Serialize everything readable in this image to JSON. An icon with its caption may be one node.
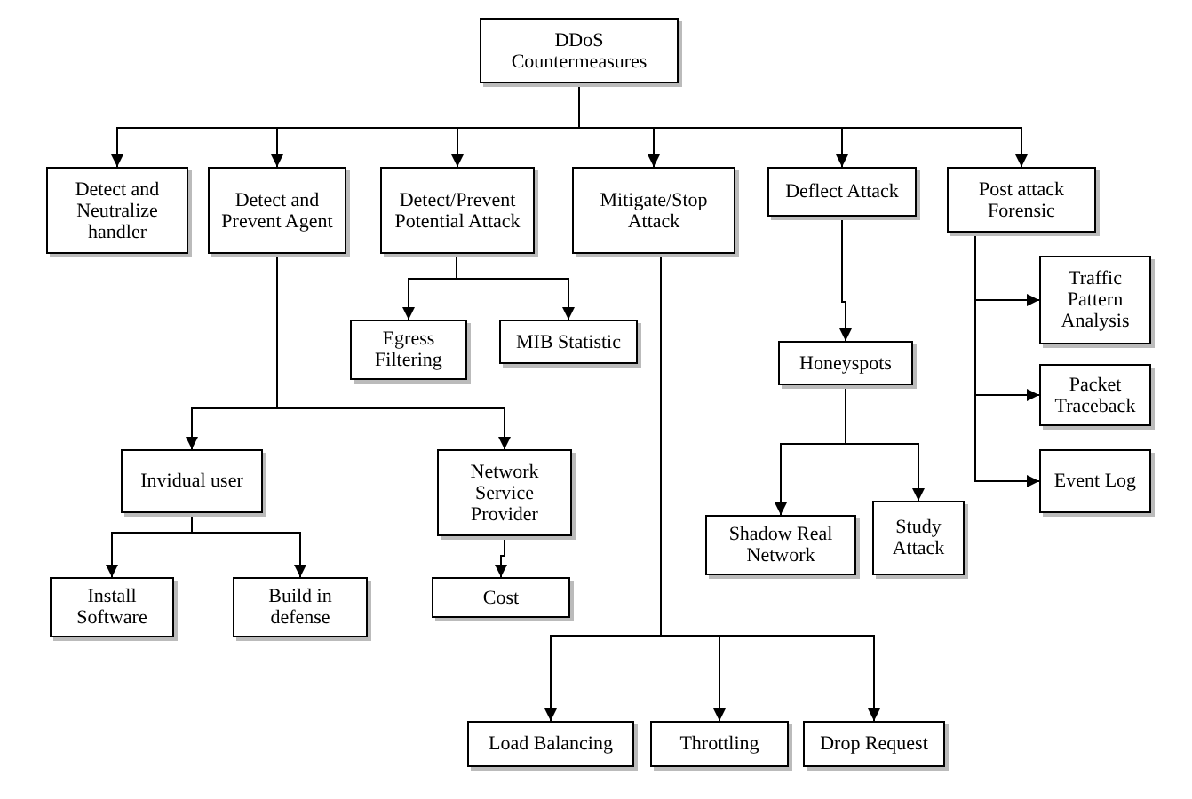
{
  "diagram": {
    "nodes": [
      {
        "text": [
          "DDoS Countermeasures"
        ]
      },
      {
        "text": [
          "Detect and Neutralize handler"
        ]
      },
      {
        "text": [
          "Detect and Prevent Agent"
        ]
      },
      {
        "text": [
          "Detect/Prevent Potential Attack"
        ]
      },
      {
        "text": [
          "Mitigate/Stop Attack"
        ]
      },
      {
        "text": [
          "Deflect Attack"
        ]
      },
      {
        "text": [
          "Post attack Forensic"
        ]
      },
      {
        "text": [
          "Egress Filtering"
        ]
      },
      {
        "text": [
          "MIB Statistic"
        ]
      },
      {
        "text": [
          "Honeyspots"
        ]
      },
      {
        "text": [
          "Traffic Pattern Analysis"
        ]
      },
      {
        "text": [
          "Packet Traceback"
        ]
      },
      {
        "text": [
          "Event Log"
        ]
      },
      {
        "text": [
          "Invidual user"
        ]
      },
      {
        "text": [
          "Network Service Provider"
        ]
      },
      {
        "text": [
          "Shadow Real Network"
        ]
      },
      {
        "text": [
          "Study Attack"
        ]
      },
      {
        "text": [
          "Install Software"
        ]
      },
      {
        "text": [
          "Build in defense"
        ]
      },
      {
        "text": [
          "Cost"
        ]
      },
      {
        "text": [
          "Load Balancing"
        ]
      },
      {
        "text": [
          "Throttling"
        ]
      },
      {
        "text": [
          "Drop Request"
        ]
      }
    ],
    "edges": [
      {
        "from": 0,
        "to": 1,
        "arrow": "to"
      },
      {
        "from": 0,
        "to": 2,
        "arrow": "to"
      },
      {
        "from": 0,
        "to": 3,
        "arrow": "to"
      },
      {
        "from": 0,
        "to": 4,
        "arrow": "to"
      },
      {
        "from": 0,
        "to": 5,
        "arrow": "to"
      },
      {
        "from": 0,
        "to": 6,
        "arrow": "to"
      },
      {
        "from": 3,
        "to": 7,
        "arrow": "to"
      },
      {
        "from": 3,
        "to": 8,
        "arrow": "to"
      },
      {
        "from": 5,
        "to": 9,
        "arrow": "to"
      },
      {
        "from": 6,
        "to": 10,
        "arrow": "to"
      },
      {
        "from": 6,
        "to": 11,
        "arrow": "to"
      },
      {
        "from": 6,
        "to": 12,
        "arrow": "to"
      },
      {
        "from": 2,
        "to": 13,
        "arrow": "to"
      },
      {
        "from": 2,
        "to": 14,
        "arrow": "to"
      },
      {
        "from": 9,
        "to": 15,
        "arrow": "to"
      },
      {
        "from": 9,
        "to": 16,
        "arrow": "to"
      },
      {
        "from": 13,
        "to": 17,
        "arrow": "to"
      },
      {
        "from": 13,
        "to": 18,
        "arrow": "to"
      },
      {
        "from": 14,
        "to": 19,
        "arrow": "to"
      },
      {
        "from": 4,
        "to": 20,
        "arrow": "to"
      },
      {
        "from": 4,
        "to": 21,
        "arrow": "to"
      },
      {
        "from": 4,
        "to": 22,
        "arrow": "to"
      }
    ]
  }
}
